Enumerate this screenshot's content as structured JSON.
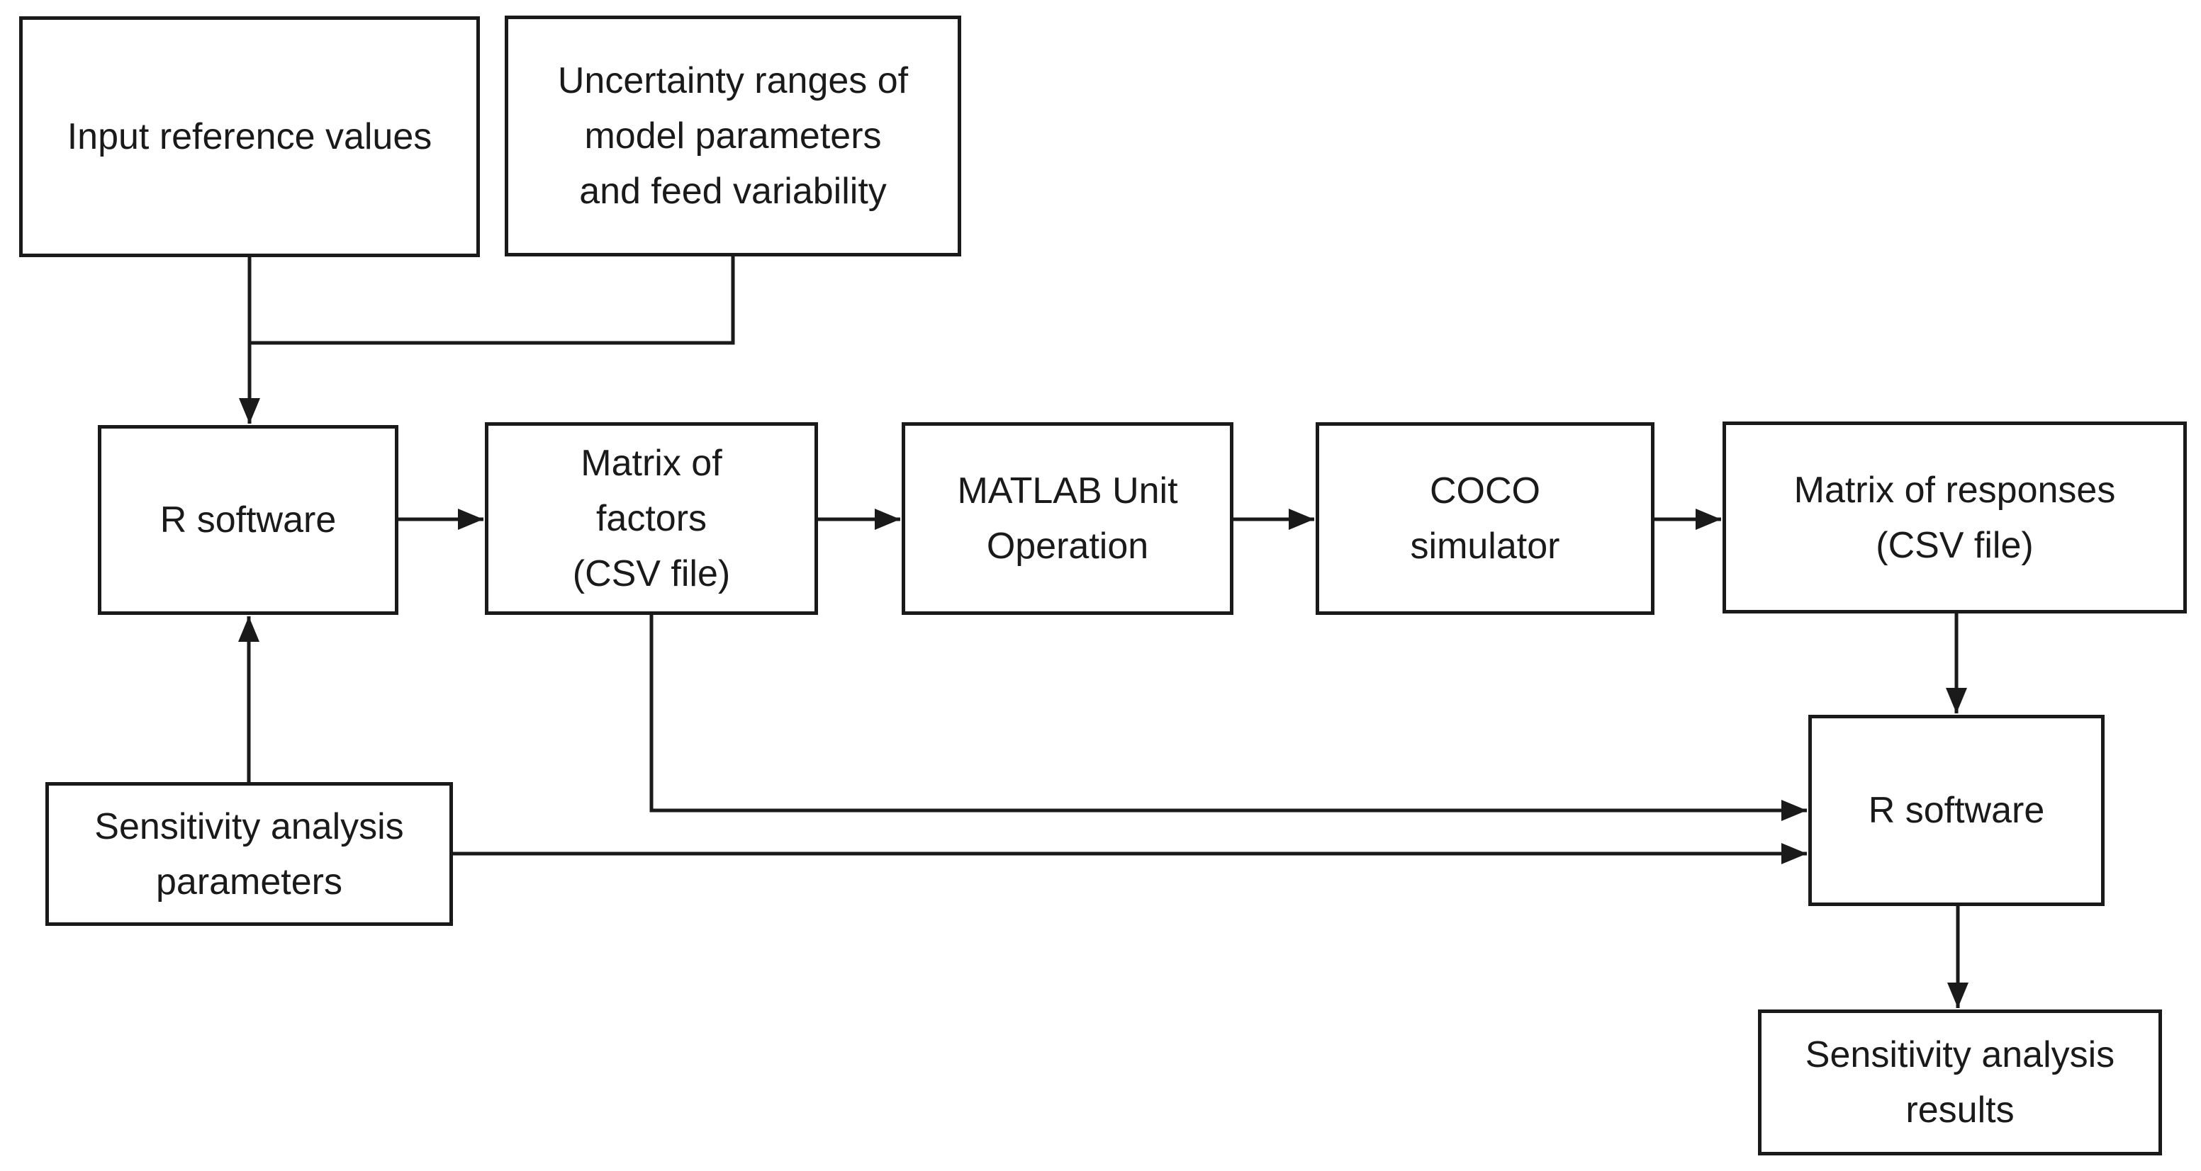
{
  "diagram": {
    "type": "flowchart",
    "background_color": "#ffffff",
    "box_fill_color": "#ffffff",
    "box_border_color": "#1a1a1a",
    "line_color": "#1a1a1a",
    "text_color": "#1a1a1a"
  },
  "nodes": {
    "input_reference": {
      "label": "Input reference values"
    },
    "uncertainty": {
      "label": "Uncertainty ranges of\nmodel parameters\nand feed variability"
    },
    "r_software_1": {
      "label": "R software"
    },
    "matrix_factors": {
      "label": "Matrix of\nfactors\n(CSV file)"
    },
    "matlab": {
      "label": "MATLAB Unit\nOperation"
    },
    "coco": {
      "label": "COCO\nsimulator"
    },
    "matrix_responses": {
      "label": "Matrix of responses\n(CSV file)"
    },
    "sensitivity_params": {
      "label": "Sensitivity analysis\nparameters"
    },
    "r_software_2": {
      "label": "R software"
    },
    "sensitivity_results": {
      "label": "Sensitivity analysis\nresults"
    }
  },
  "edges": [
    {
      "from": "input_reference",
      "to": "r_software_1"
    },
    {
      "from": "uncertainty",
      "to": "r_software_1"
    },
    {
      "from": "r_software_1",
      "to": "matrix_factors"
    },
    {
      "from": "matrix_factors",
      "to": "matlab"
    },
    {
      "from": "matlab",
      "to": "coco"
    },
    {
      "from": "coco",
      "to": "matrix_responses"
    },
    {
      "from": "matrix_responses",
      "to": "r_software_2"
    },
    {
      "from": "matrix_factors",
      "to": "r_software_2"
    },
    {
      "from": "sensitivity_params",
      "to": "r_software_1"
    },
    {
      "from": "sensitivity_params",
      "to": "r_software_2"
    },
    {
      "from": "r_software_2",
      "to": "sensitivity_results"
    }
  ]
}
